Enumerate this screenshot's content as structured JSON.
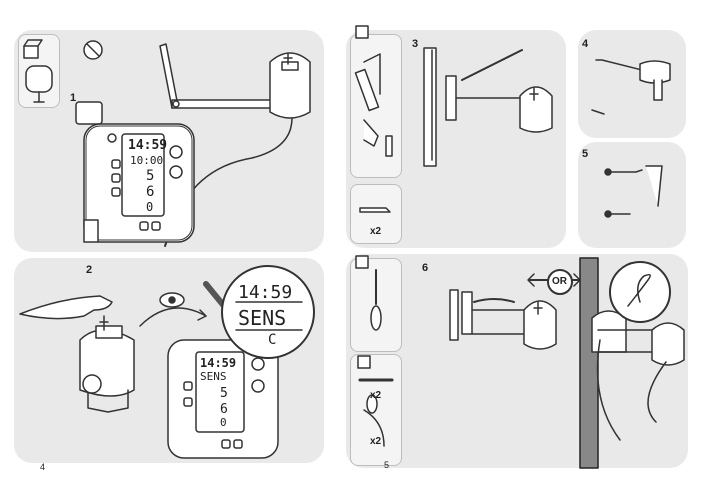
{
  "steps": {
    "s1": "1",
    "s2": "2",
    "s3": "3",
    "s4": "4",
    "s5": "5",
    "s6": "6"
  },
  "lcd1": {
    "time": "14:59",
    "l2": "10:00",
    "l3": "5",
    "l4": "6",
    "l5": "0"
  },
  "lcd2": {
    "time": "14:59",
    "sens": "SENS",
    "l3": "5",
    "l4": "6",
    "l5": "0"
  },
  "zoom": {
    "time": "14:59",
    "sens": "SENS",
    "c": "C"
  },
  "qty": {
    "anchors_a": "x2",
    "anchors_b": "x2",
    "ties": "x2"
  },
  "or_label": "OR",
  "page_numbers": {
    "left": "4",
    "right": "5"
  },
  "colors": {
    "panel": "#e9e9e9",
    "line": "#333333",
    "bg": "#ffffff"
  }
}
